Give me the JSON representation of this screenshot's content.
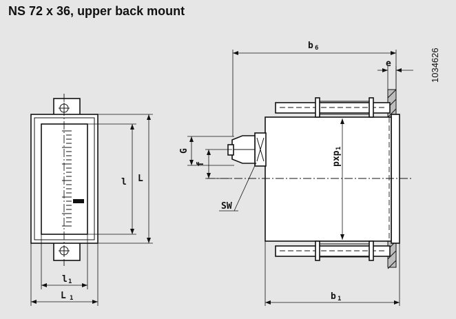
{
  "title": "NS 72 x 36, upper back mount",
  "doc_number": "1034626",
  "labels": {
    "b6": "b",
    "b6_sub": "6",
    "e": "e",
    "G": "G",
    "f": "f",
    "pxp1": "pxp",
    "pxp1_sub": "1",
    "l": "l",
    "L": "L",
    "SW": "SW",
    "l1": "l",
    "l1_sub": "1",
    "L1": "L",
    "L1_sub": "1",
    "b1": "b",
    "b1_sub": "1"
  }
}
